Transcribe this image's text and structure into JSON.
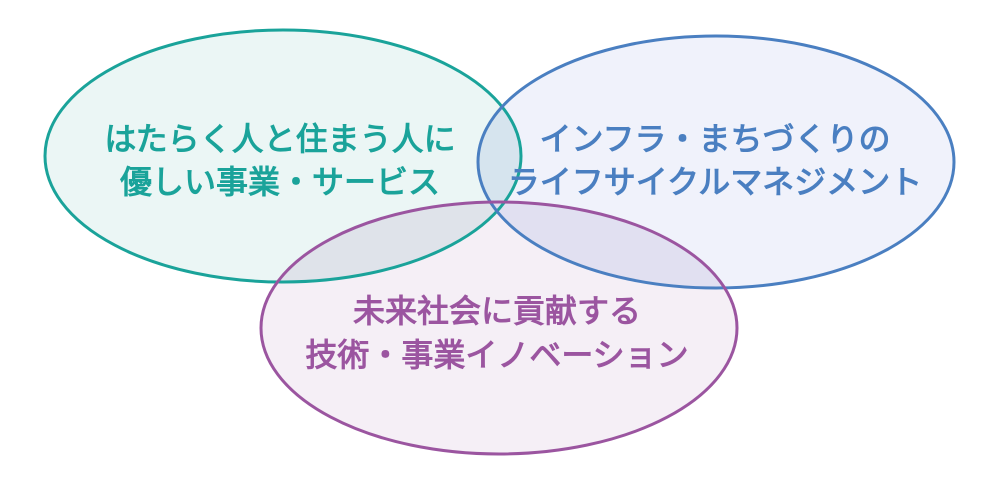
{
  "circles": [
    {
      "id": "work-living",
      "lines": [
        "はたらく人と住まう人に",
        "優しい事業・サービス"
      ],
      "stroke": "#1aa39a",
      "text_color": "#1aa39a",
      "fill": "#e8f4f3"
    },
    {
      "id": "infrastructure",
      "lines": [
        "インフラ・まちづくりの",
        "ライフサイクルマネジメント"
      ],
      "stroke": "#4a7fc1",
      "text_color": "#4a7fc1",
      "fill": "#edf0fa"
    },
    {
      "id": "future-society",
      "lines": [
        "未来社会に貢献する",
        "技術・事業イノベーション"
      ],
      "stroke": "#9b55a0",
      "text_color": "#9b55a0",
      "fill": "#f3ecf4"
    }
  ]
}
